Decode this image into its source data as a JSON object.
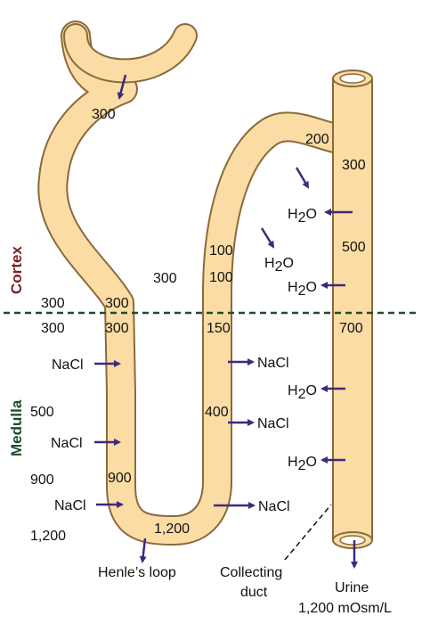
{
  "regions": {
    "cortex": "Cortex",
    "medulla": "Medulla"
  },
  "colors": {
    "tubule_fill": "#fbdca5",
    "tubule_outline": "#8a6a3a",
    "arrow": "#3d2a7a",
    "boundary": "#1f4d2b",
    "cortex_label": "#7a1e1e",
    "medulla_label": "#1f4d2b",
    "text": "#111111"
  },
  "osmolarity": {
    "interstitial_300_upper": "300",
    "interstitial_300_lower": "300",
    "interstitial_500": "500",
    "interstitial_900": "900",
    "interstitial_1200": "1,200",
    "interstitial_300_mid": "300",
    "descending_300_top": "300",
    "descending_300_a": "300",
    "descending_300_b": "300",
    "descending_900": "900",
    "bottom_1200": "1,200",
    "ascending_150": "150",
    "ascending_100_a": "100",
    "ascending_100_b": "100",
    "ascending_400": "400",
    "ascending_200": "200",
    "duct_300": "300",
    "duct_500": "500",
    "duct_700": "700"
  },
  "solutes": {
    "nacl": "NaCl",
    "water_h": "H",
    "water_sub": "2",
    "water_o": "O"
  },
  "labels": {
    "henles_loop": "Henle’s loop",
    "collecting_line1": "Collecting",
    "collecting_line2": "duct",
    "urine_line1": "Urine",
    "urine_line2": "1,200 mOsm/L"
  }
}
